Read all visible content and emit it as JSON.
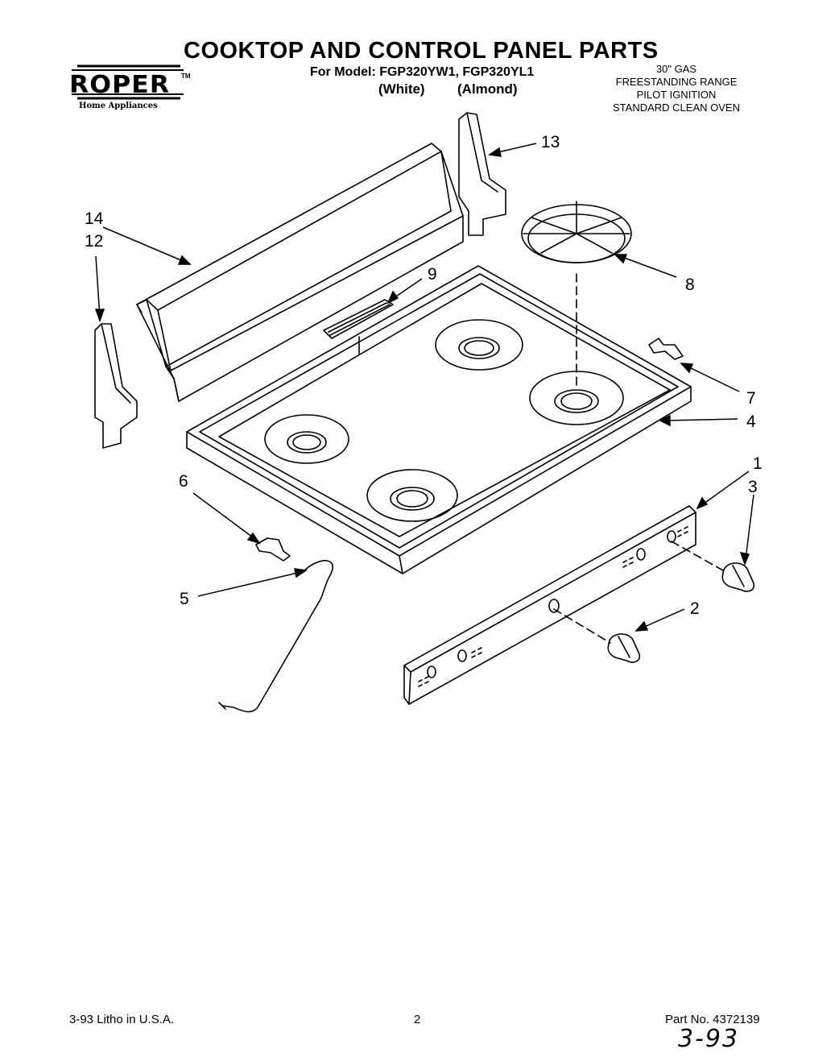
{
  "header": {
    "title": "COOKTOP AND CONTROL PANEL PARTS",
    "model_line": "For Model: FGP320YW1, FGP320YL1",
    "variant_white": "(White)",
    "variant_almond": "(Almond)"
  },
  "brand": {
    "name": "ROPER",
    "tm": "TM",
    "subtitle": "Home Appliances"
  },
  "spec": {
    "line1": "30\" GAS",
    "line2": "FREESTANDING RANGE",
    "line3": "PILOT IGNITION",
    "line4": "STANDARD CLEAN OVEN"
  },
  "callouts": {
    "c1": "1",
    "c2": "2",
    "c3": "3",
    "c4": "4",
    "c5": "5",
    "c6": "6",
    "c7": "7",
    "c8": "8",
    "c9": "9",
    "c12": "12",
    "c13": "13",
    "c14": "14"
  },
  "footer": {
    "litho": "3-93  Litho in U.S.A.",
    "page": "2",
    "part_no": "Part No. 4372139",
    "handwritten": "3-93"
  },
  "colors": {
    "ink": "#000000",
    "paper": "#ffffff"
  }
}
